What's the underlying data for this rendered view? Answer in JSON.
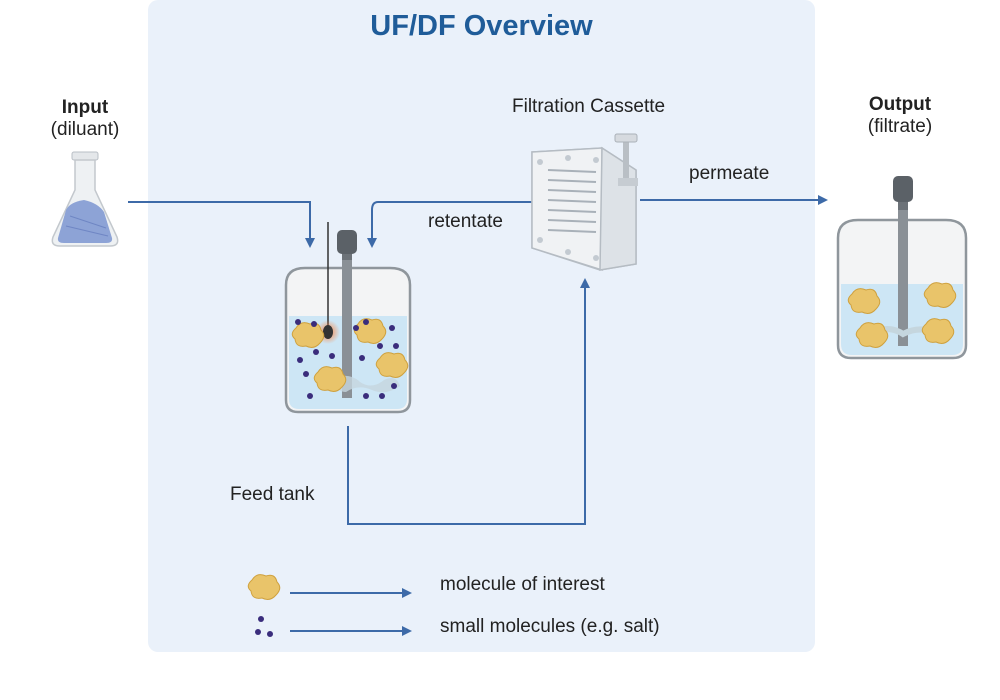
{
  "title": "UF/DF Overview",
  "input": {
    "heading": "Input",
    "sub": "(diluant)"
  },
  "output": {
    "heading": "Output",
    "sub": "(filtrate)"
  },
  "labels": {
    "cassette": "Filtration Cassette",
    "permeate": "permeate",
    "retentate": "retentate",
    "feed_tank": "Feed tank"
  },
  "legend": [
    {
      "icon": "molecule-of-interest-icon",
      "text": "molecule of interest"
    },
    {
      "icon": "small-molecules-icon",
      "text": "small molecules (e.g. salt)"
    }
  ],
  "colors": {
    "accent": "#1f5c99",
    "arrow": "#3d6aa8",
    "panel": "#eaf1fa",
    "liquid": "#cde6f5",
    "molecule": "#e9c46a",
    "salt": "#3a2d7c"
  }
}
